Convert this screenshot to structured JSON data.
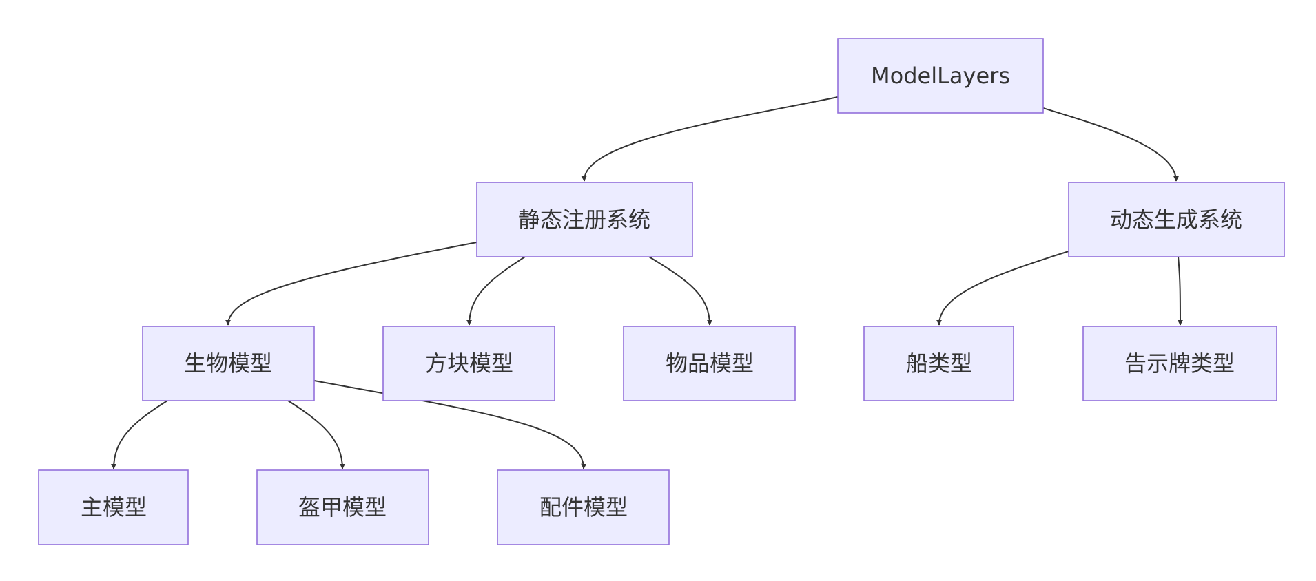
{
  "diagram": {
    "type": "flowchart-top-down",
    "colors": {
      "node_fill": "#ECECFF",
      "node_stroke": "#9370DB",
      "edge": "#333333",
      "text": "#333333",
      "background": "#FFFFFF"
    },
    "nodes": {
      "root": {
        "label": "ModelLayers"
      },
      "static": {
        "label": "静态注册系统"
      },
      "dynamic": {
        "label": "动态生成系统"
      },
      "entity": {
        "label": "生物模型"
      },
      "block": {
        "label": "方块模型"
      },
      "item": {
        "label": "物品模型"
      },
      "boat": {
        "label": "船类型"
      },
      "sign": {
        "label": "告示牌类型"
      },
      "main": {
        "label": "主模型"
      },
      "armor": {
        "label": "盔甲模型"
      },
      "accessory": {
        "label": "配件模型"
      }
    },
    "edges": [
      {
        "from": "root",
        "to": "static"
      },
      {
        "from": "root",
        "to": "dynamic"
      },
      {
        "from": "static",
        "to": "entity"
      },
      {
        "from": "static",
        "to": "block"
      },
      {
        "from": "static",
        "to": "item"
      },
      {
        "from": "dynamic",
        "to": "boat"
      },
      {
        "from": "dynamic",
        "to": "sign"
      },
      {
        "from": "entity",
        "to": "main"
      },
      {
        "from": "entity",
        "to": "armor"
      },
      {
        "from": "entity",
        "to": "accessory"
      }
    ]
  }
}
